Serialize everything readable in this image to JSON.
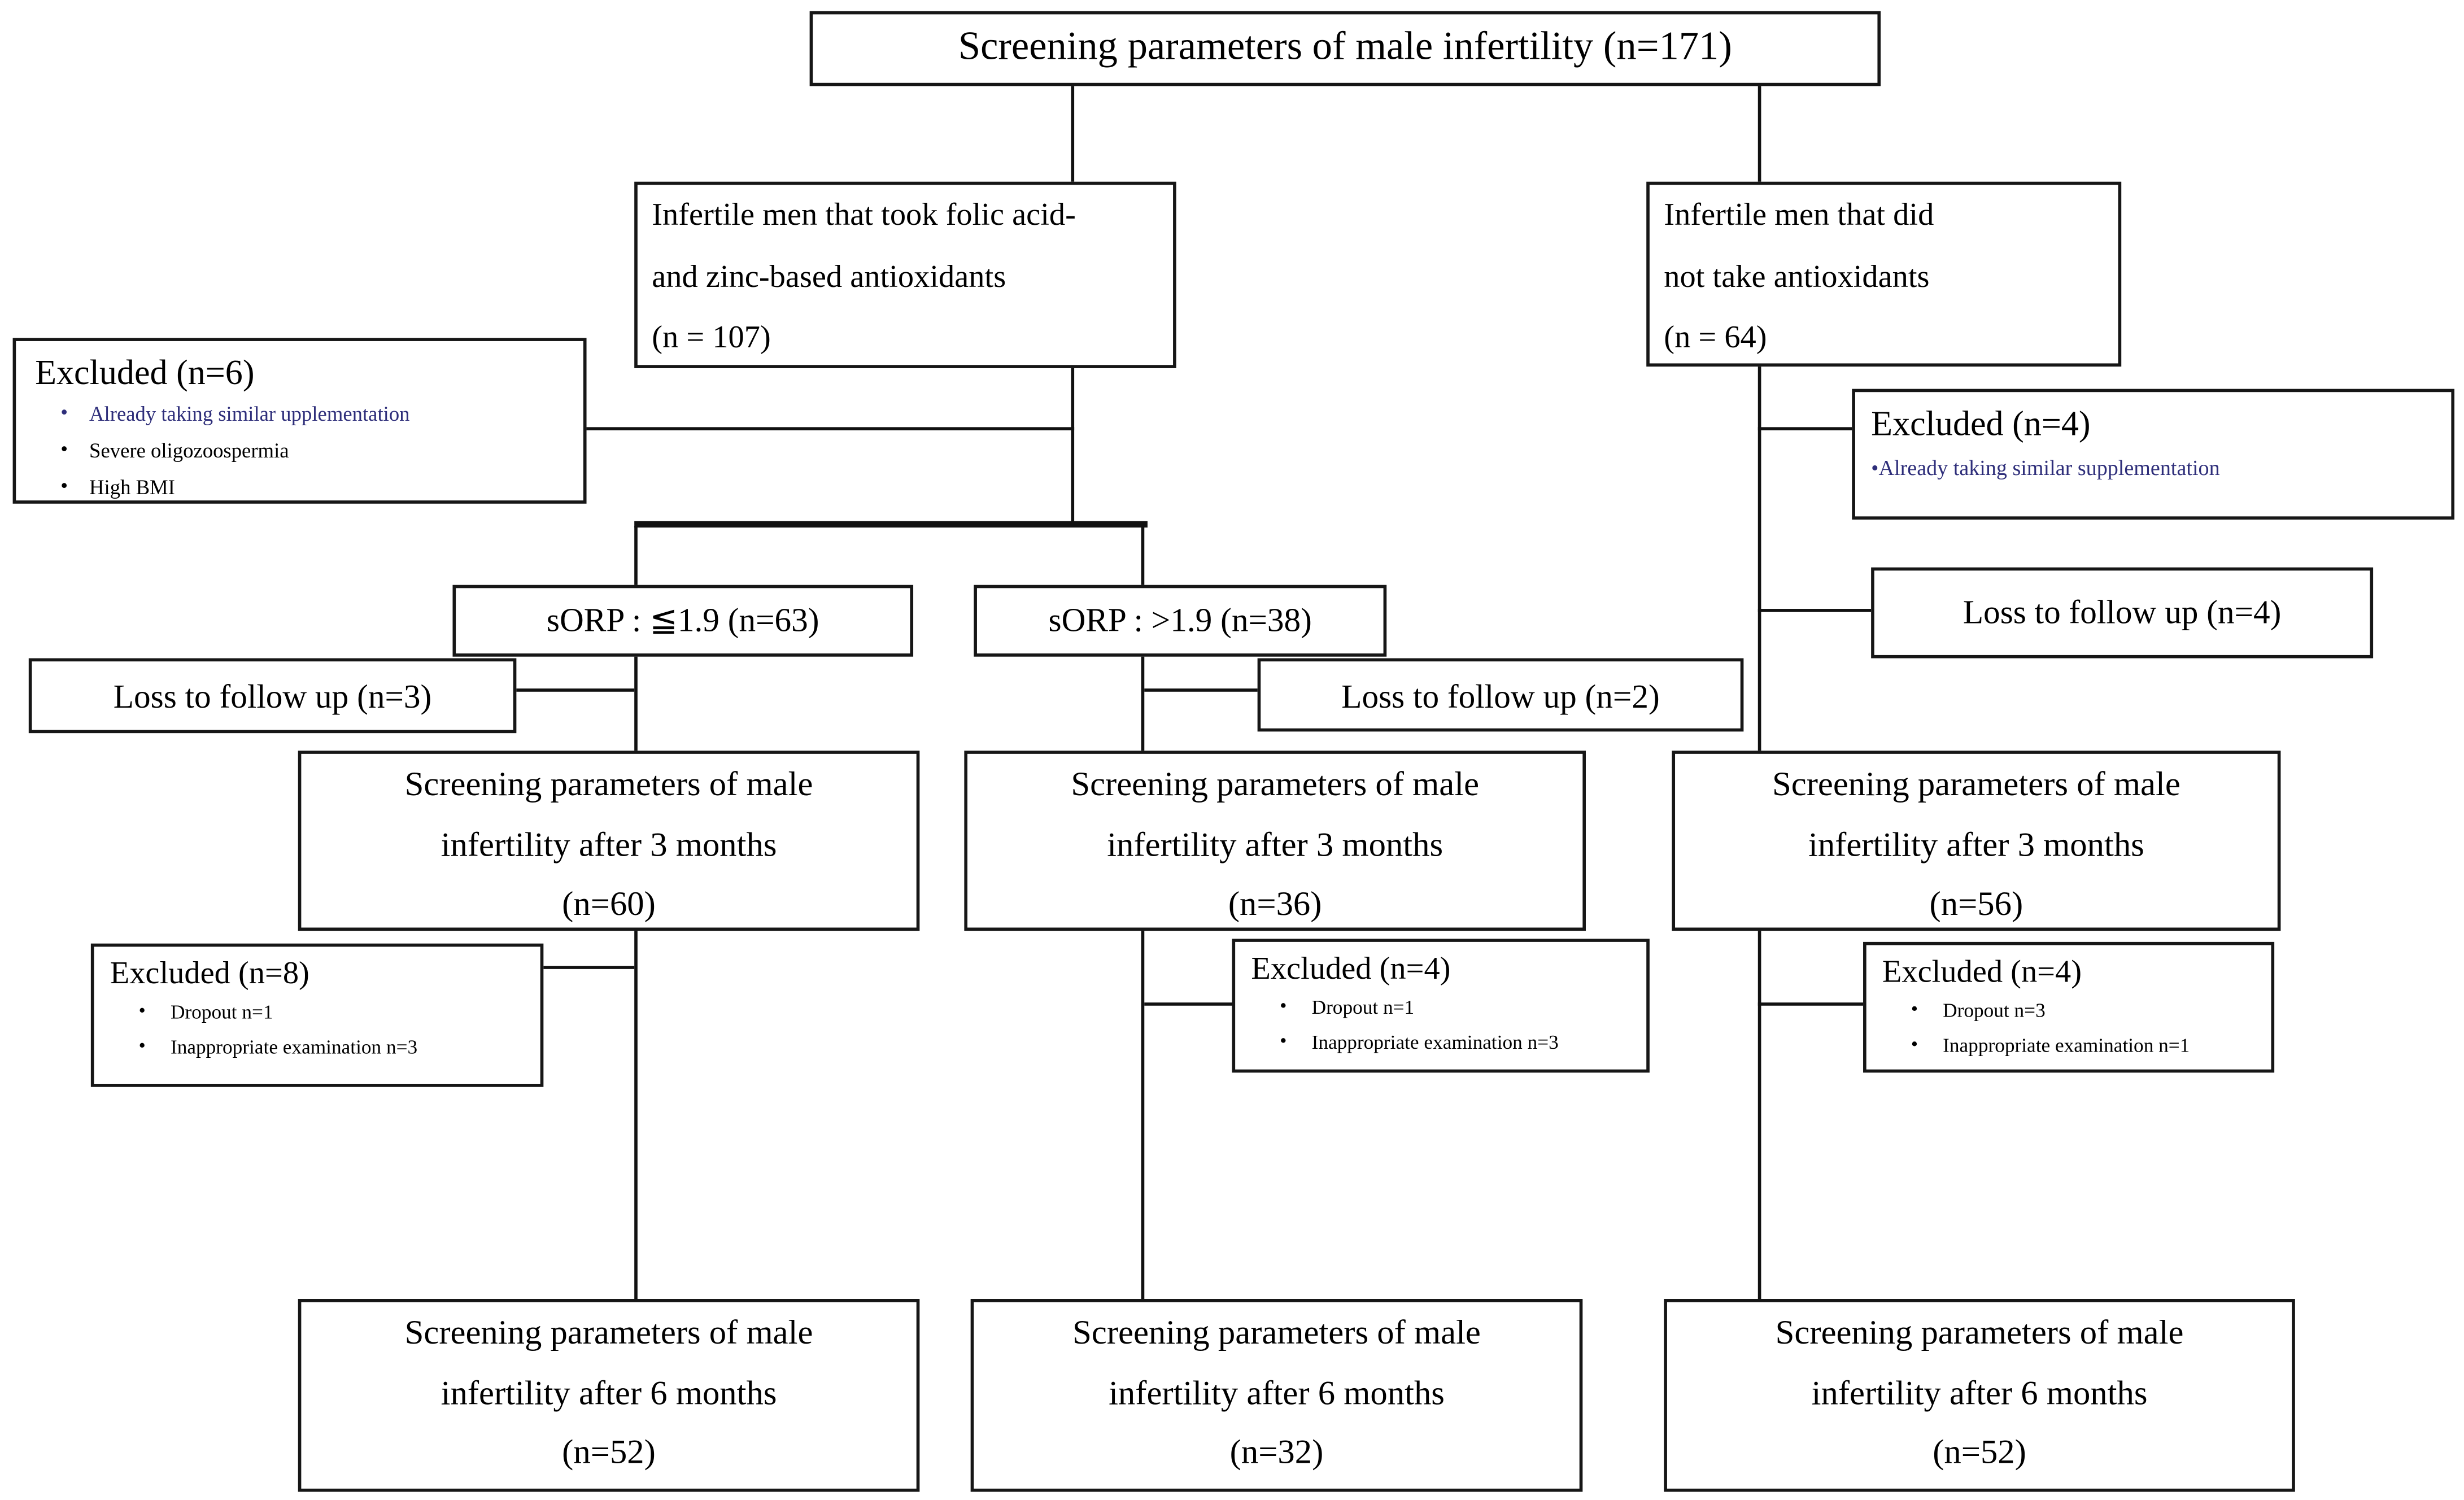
{
  "colors": {
    "line": "#111111",
    "box_border": "#161616",
    "text": "#000000",
    "note_blue": "#2e2e7a",
    "background": "#ffffff"
  },
  "top_box": {
    "text": "Screening parameters of male infertility (n=171)"
  },
  "antioxidant_group": {
    "lines": [
      "Infertile men that took folic acid-",
      "and zinc-based antioxidants",
      "(n = 107)"
    ]
  },
  "control_group": {
    "lines": [
      "Infertile men that did",
      "not take antioxidants",
      "(n = 64)"
    ]
  },
  "excluded_n6": {
    "title": "Excluded (n=6)",
    "items": [
      "Already taking similar upplementation",
      "Severe oligozoospermia",
      "High BMI"
    ]
  },
  "excluded_n4_control": {
    "title": "Excluded (n=4)",
    "items": [
      "Already taking similar supplementation"
    ]
  },
  "sorp_low": {
    "text": "sORP : ≦1.9 (n=63)"
  },
  "sorp_high": {
    "text": "sORP : >1.9 (n=38)"
  },
  "loss_n3": {
    "text": "Loss to follow up (n=3)"
  },
  "loss_n2": {
    "text": "Loss to follow up (n=2)"
  },
  "loss_n4": {
    "text": "Loss to follow up (n=4)"
  },
  "screening_3mo_low": {
    "lines": [
      "Screening parameters of male",
      "infertility after 3 months",
      "(n=60)"
    ]
  },
  "screening_3mo_high": {
    "lines": [
      "Screening parameters of male",
      "infertility after 3 months",
      "(n=36)"
    ]
  },
  "screening_3mo_control": {
    "lines": [
      "Screening parameters of male",
      "infertility after 3 months",
      "(n=56)"
    ]
  },
  "excluded_n8_low": {
    "title": "Excluded (n=8)",
    "items": [
      "Dropout n=1",
      "Inappropriate examination n=3"
    ]
  },
  "excluded_n4_high": {
    "title": "Excluded (n=4)",
    "items": [
      "Dropout n=1",
      "Inappropriate examination n=3"
    ]
  },
  "excluded_n4_control_3mo": {
    "title": "Excluded (n=4)",
    "items": [
      "Dropout n=3",
      "Inappropriate examination n=1"
    ]
  },
  "screening_6mo_low": {
    "lines": [
      "Screening parameters of male",
      "infertility after 6 months",
      "(n=52)"
    ]
  },
  "screening_6mo_high": {
    "lines": [
      "Screening parameters of male",
      "infertility after 6 months",
      "(n=32)"
    ]
  },
  "screening_6mo_control": {
    "lines": [
      "Screening parameters of male",
      "infertility after 6 months",
      "(n=52)"
    ]
  }
}
